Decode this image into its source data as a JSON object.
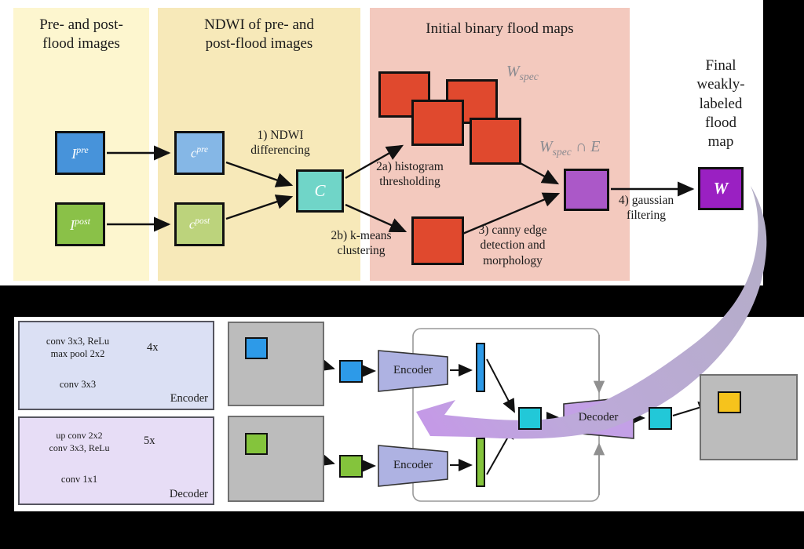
{
  "figure": {
    "top": {
      "panel1_title": "Pre- and post-\nflood images",
      "panel2_title": "NDWI of pre- and\npost-flood images",
      "panel3_title": "Initial binary flood maps",
      "final_title": "Final\nweakly-\nlabeled\nflood\nmap",
      "nodes": {
        "i_pre": {
          "base": "I",
          "sup": "pre"
        },
        "i_post": {
          "base": "I",
          "sup": "post"
        },
        "c_pre": {
          "base": "c",
          "sup": "pre"
        },
        "c_post": {
          "base": "c",
          "sup": "post"
        },
        "c": "C",
        "w": "W"
      },
      "labels": {
        "w_spec": {
          "base": "W",
          "sub": "spec"
        },
        "w_spec_e": {
          "base": "W",
          "sub": "spec",
          "rest": " ∩ E"
        }
      },
      "steps": {
        "step1": "1) NDWI\ndifferencing",
        "step2a": "2a) histogram\nthresholding",
        "step2b": "2b) k-means\nclustering",
        "step3": "3) canny edge\ndetection and\nmorphology",
        "step4": "4) gaussian\nfiltering"
      }
    },
    "bottom": {
      "encoder_legend": {
        "block1": "conv 3x3, ReLu\nmax pool 2x2",
        "block1_repeat": "4x",
        "block2": "conv 3x3",
        "title": "Encoder"
      },
      "decoder_legend": {
        "block1": "up conv 2x2\nconv 3x3, ReLu",
        "block1_repeat": "5x",
        "block2": "conv 1x1",
        "title": "Decoder"
      },
      "encoder_top_label": "Encoder",
      "encoder_bottom_label": "Encoder",
      "decoder_label": "Decoder"
    },
    "colors": {
      "panel1_bg": "#fdf6cf",
      "panel2_bg": "#f7e9b9",
      "panel3_bg": "#f3c9be",
      "pre_image_blue": "#4793da",
      "post_image_green": "#8ac148",
      "ndwi_pre_blue": "#85b7e6",
      "ndwi_post_green": "#bcd37c",
      "difference_teal": "#70d5c8",
      "binary_map_red": "#e0492e",
      "intersection_purple": "#ab58c8",
      "final_map_purple": "#9a20c2",
      "embedding_cyan": "#22c8d8",
      "prediction_gold": "#f6c31c",
      "tile_gray": "#bcbcbc",
      "encoder_fill": "#aeb2e2",
      "decoder_fill": "#c3a0e6",
      "ribbon_purple": "#b9a8d2",
      "math_label_gray": "#8a8a90"
    }
  }
}
